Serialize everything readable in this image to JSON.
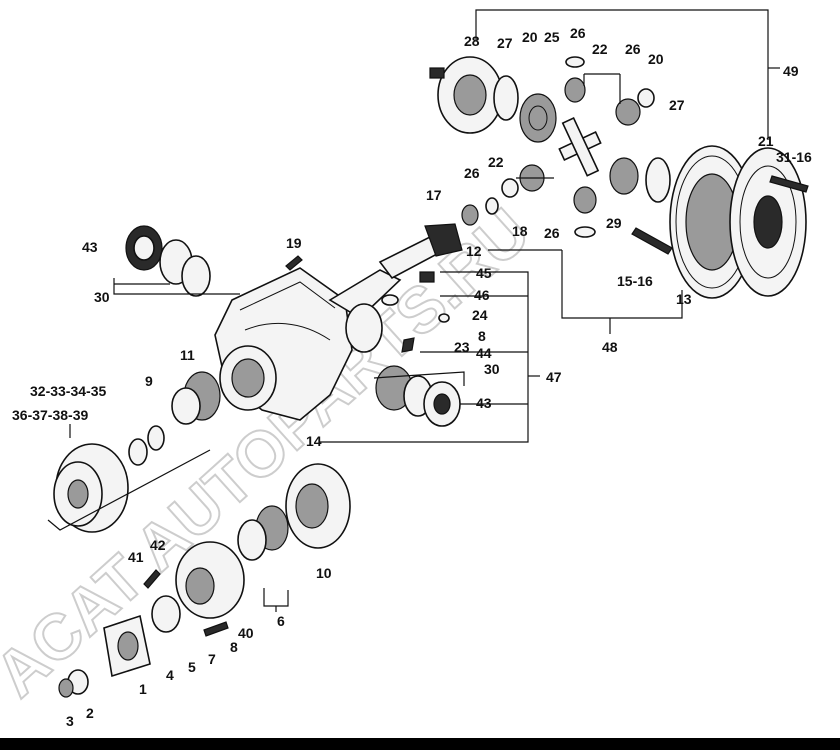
{
  "watermark": "ACAT AUTOPARTS.RU",
  "labels": {
    "l1": "1",
    "l2": "2",
    "l3": "3",
    "l4": "4",
    "l5": "5",
    "l6": "6",
    "l7": "7",
    "l8a": "8",
    "l8b": "8",
    "l9": "9",
    "l10": "10",
    "l11": "11",
    "l12": "12",
    "l13": "13",
    "l14": "14",
    "l1516": "15-16",
    "l17": "17",
    "l18": "18",
    "l19": "19",
    "l20a": "20",
    "l20b": "20",
    "l21": "21",
    "l22a": "22",
    "l22b": "22",
    "l23": "23",
    "l24": "24",
    "l25": "25",
    "l26a": "26",
    "l26b": "26",
    "l26c": "26",
    "l26d": "26",
    "l27a": "27",
    "l27b": "27",
    "l28": "28",
    "l29": "29",
    "l30a": "30",
    "l30b": "30",
    "l3116": "31-16",
    "l3235": "32-33-34-35",
    "l3639": "36-37-38-39",
    "l40": "40",
    "l41": "41",
    "l42": "42",
    "l43a": "43",
    "l43b": "43",
    "l44": "44",
    "l45": "45",
    "l46": "46",
    "l47": "47",
    "l48": "48",
    "l49": "49"
  },
  "colors": {
    "ink": "#111111",
    "watermark": "#bdbdbd",
    "background": "#ffffff"
  }
}
